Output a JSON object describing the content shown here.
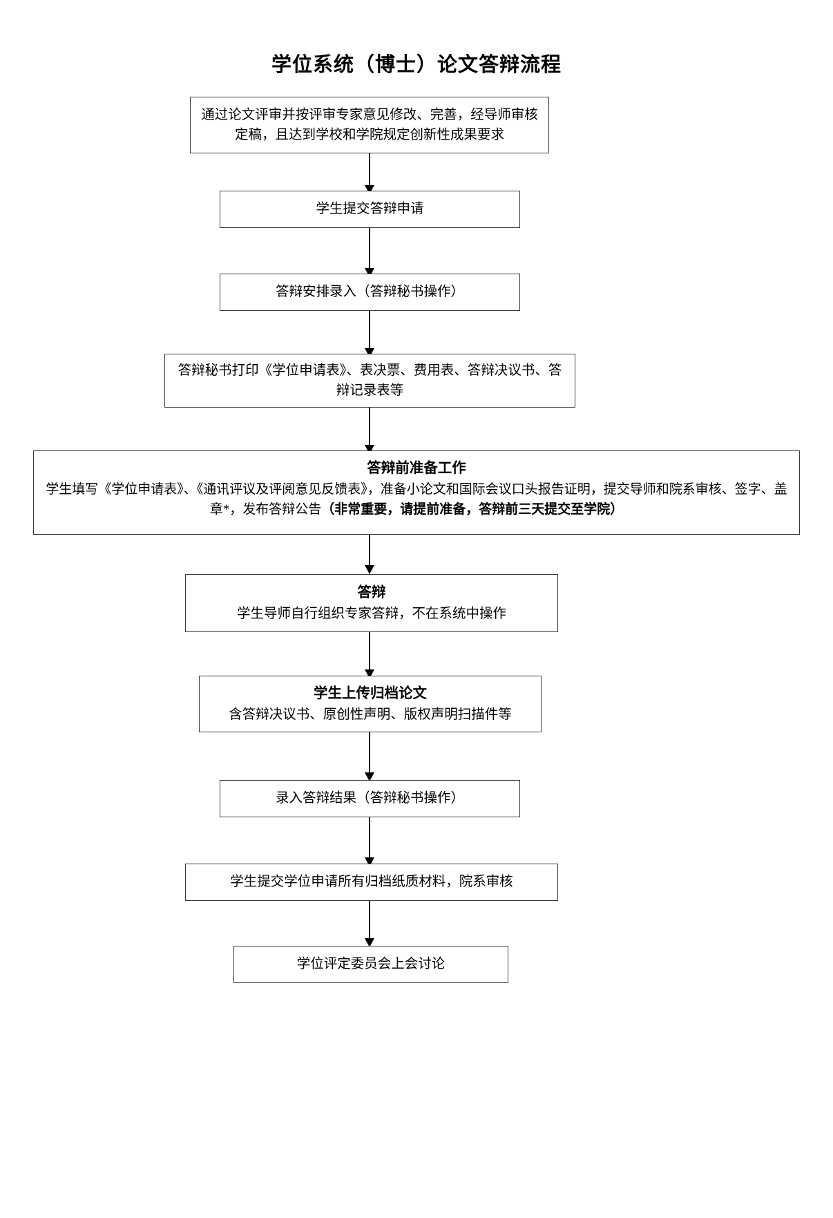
{
  "document": {
    "title": "学位系统（博士）论文答辩流程"
  },
  "flowchart": {
    "type": "flowchart-vertical",
    "orientation": "top-to-bottom",
    "node_count": 11,
    "connector": "arrow-down",
    "nodes": [
      {
        "id": "n1",
        "header": "",
        "body": "通过论文评审并按评审专家意见修改、完善，经导师审核定稿，且达到学校和学院规定创新性成果要求"
      },
      {
        "id": "n2",
        "header": "",
        "body": "学生提交答辩申请"
      },
      {
        "id": "n3",
        "header": "",
        "body": "答辩安排录入（答辩秘书操作）"
      },
      {
        "id": "n4",
        "header": "",
        "body": "答辩秘书打印《学位申请表》、表决票、费用表、答辩决议书、答辩记录表等"
      },
      {
        "id": "n5",
        "header": "答辩前准备工作",
        "body_part1": "学生填写《学位申请表》、《通讯评议及评阅意见反馈表》，准备小论文和国际会议口头报告证明，提交导师和院系审核、签字、盖章*，发布答辩公告",
        "body_emphasis": "（非常重要，请提前准备，答辩前三天提交至学院）"
      },
      {
        "id": "n6",
        "header": "答辩",
        "body": "学生导师自行组织专家答辩，不在系统中操作"
      },
      {
        "id": "n7",
        "header": "学生上传归档论文",
        "body": "含答辩决议书、原创性声明、版权声明扫描件等"
      },
      {
        "id": "n8",
        "header": "",
        "body": "录入答辩结果（答辩秘书操作）"
      },
      {
        "id": "n9",
        "header": "",
        "body": "学生提交学位申请所有归档纸质材料，院系审核"
      },
      {
        "id": "n10",
        "header": "",
        "body": "学位评定委员会上会讨论"
      }
    ]
  },
  "colors": {
    "border": "#3a3a3a",
    "arrow": "#000000",
    "text": "#000000",
    "background": "#ffffff"
  }
}
